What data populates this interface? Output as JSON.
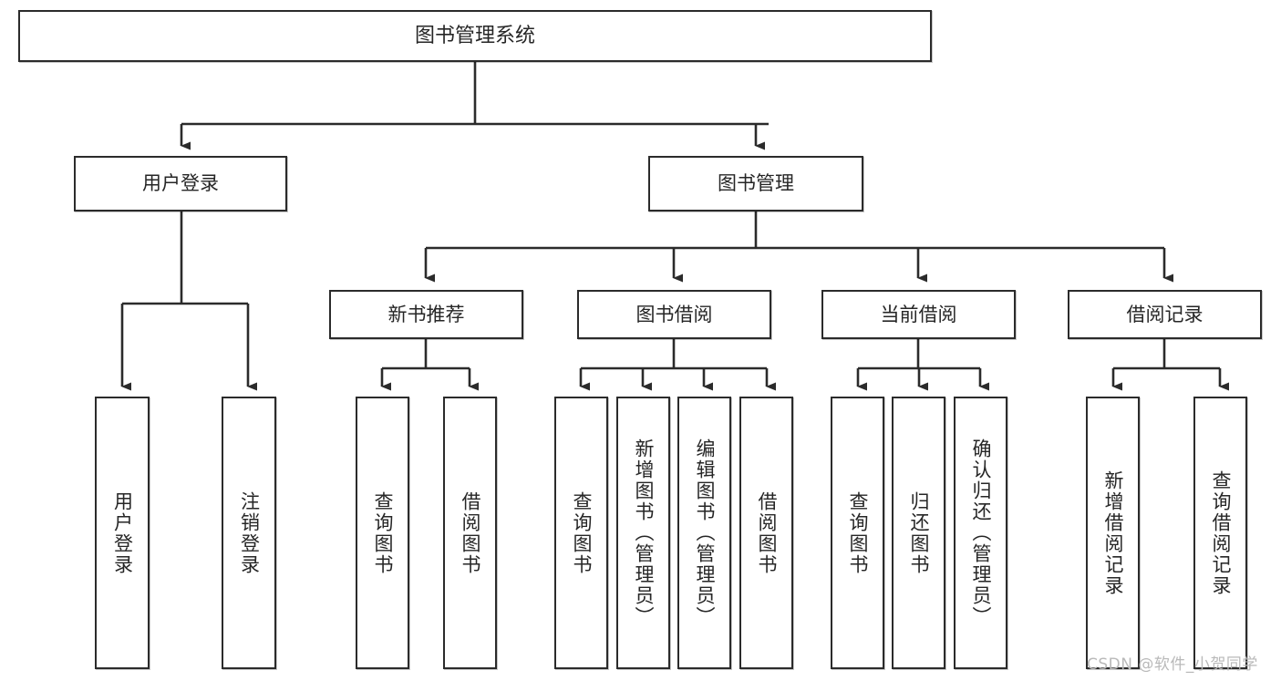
{
  "diagram": {
    "title": "图书管理系统",
    "watermark": "CSDN @软件_小贺同学",
    "colors": {
      "stroke": "#2b2b2b",
      "fill": "#ffffff",
      "text": "#262626",
      "watermark": "#b9b9b9"
    },
    "levels": {
      "root": {
        "label": "图书管理系统"
      },
      "level2": [
        {
          "id": "user-login",
          "label": "用户登录"
        },
        {
          "id": "book-management",
          "label": "图书管理"
        }
      ],
      "level3": [
        {
          "id": "new-book-recommend",
          "label": "新书推荐",
          "parent": "book-management"
        },
        {
          "id": "book-borrow",
          "label": "图书借阅",
          "parent": "book-management"
        },
        {
          "id": "current-borrow",
          "label": "当前借阅",
          "parent": "book-management"
        },
        {
          "id": "borrow-record",
          "label": "借阅记录",
          "parent": "book-management"
        }
      ],
      "leaves": [
        {
          "id": "leaf-user-login",
          "label": "用户登录",
          "parent": "user-login"
        },
        {
          "id": "leaf-user-logout",
          "label": "注销登录",
          "parent": "user-login"
        },
        {
          "id": "leaf-query-book-1",
          "label": "查询图书",
          "parent": "new-book-recommend"
        },
        {
          "id": "leaf-borrow-book-1",
          "label": "借阅图书",
          "parent": "new-book-recommend"
        },
        {
          "id": "leaf-query-book-2",
          "label": "查询图书",
          "parent": "book-borrow"
        },
        {
          "id": "leaf-add-book",
          "label": "新增图书（管理员）",
          "parent": "book-borrow"
        },
        {
          "id": "leaf-edit-book",
          "label": "编辑图书（管理员）",
          "parent": "book-borrow"
        },
        {
          "id": "leaf-borrow-book-2",
          "label": "借阅图书",
          "parent": "book-borrow"
        },
        {
          "id": "leaf-query-book-3",
          "label": "查询图书",
          "parent": "current-borrow"
        },
        {
          "id": "leaf-return-book",
          "label": "归还图书",
          "parent": "current-borrow"
        },
        {
          "id": "leaf-confirm-return",
          "label": "确认归还（管理员）",
          "parent": "current-borrow"
        },
        {
          "id": "leaf-add-record",
          "label": "新增借阅记录",
          "parent": "borrow-record"
        },
        {
          "id": "leaf-query-record",
          "label": "查询借阅记录",
          "parent": "borrow-record"
        }
      ]
    }
  }
}
